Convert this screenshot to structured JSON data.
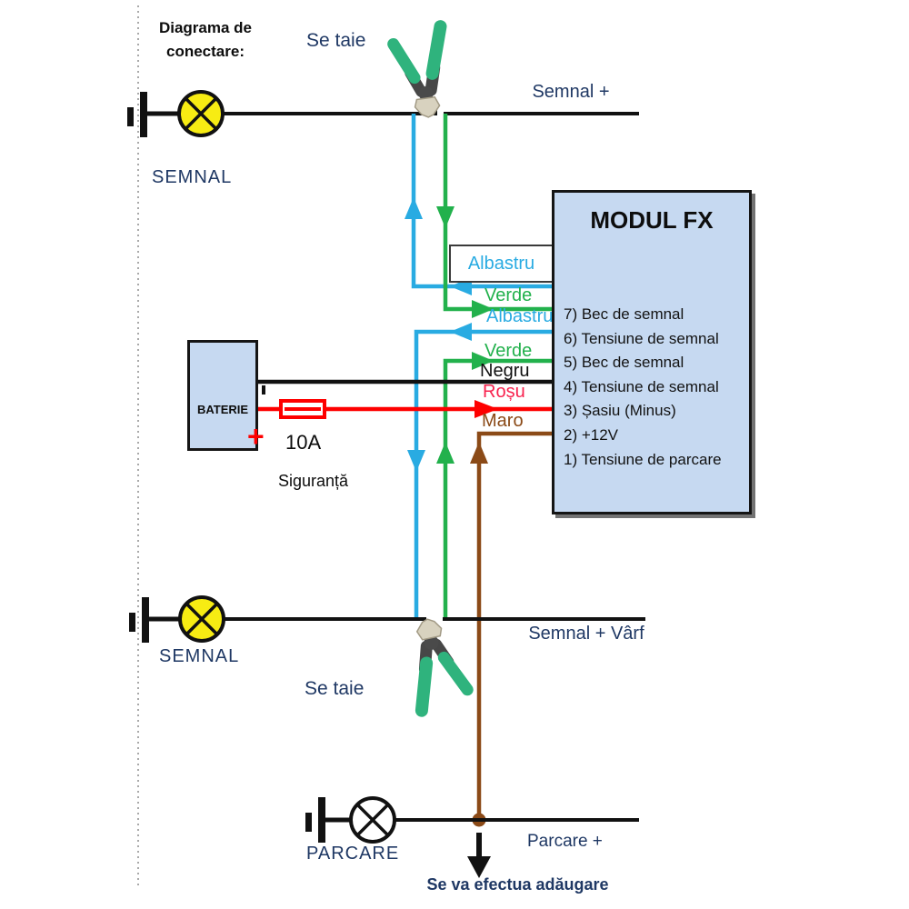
{
  "title": {
    "line1": "Diagrama de",
    "line2": "conectare:"
  },
  "labels": {
    "se_taie_top": "Se taie",
    "se_taie_bottom": "Se taie",
    "semnal_lamp_top": "SEMNAL",
    "semnal_lamp_bottom": "SEMNAL",
    "semnal_plus": "Semnal +",
    "semnal_plus_varf": "Semnal + Vârf",
    "parcare_lamp": "PARCARE",
    "parcare_plus": "Parcare +",
    "adaugare": "Se va efectua adăugare",
    "baterie": "BATERIE",
    "battery_plus": "+",
    "fuse_amps": "10A",
    "fuse_name": "Siguranță"
  },
  "wire_labels": {
    "albastru_boxed": "Albastru",
    "verde_1": "Verde",
    "albastru_2": "Albastru",
    "verde_2": "Verde",
    "negru": "Negru",
    "rosu": "Roșu",
    "maro": "Maro"
  },
  "module": {
    "title": "MODUL FX",
    "pins": [
      "7) Bec de semnal",
      "6) Tensiune de semnal",
      "5) Bec de semnal",
      "4) Tensiune de semnal",
      "3) Șasiu (Minus)",
      "2) +12V",
      "1) Tensiune de parcare"
    ]
  },
  "colors": {
    "wire_blue": "#29abe2",
    "wire_green": "#22b14c",
    "wire_red": "#fe0000",
    "wire_brown": "#8b4a17",
    "wire_black": "#111111",
    "label_blue": "#29abe2",
    "label_green": "#22b14c",
    "label_rosu": "#f8224e",
    "label_maro": "#8b4a17",
    "text_navy": "#1f3864",
    "lamp_yellow": "#f7ec13",
    "module_bg": "#c6d9f1",
    "pliers_green": "#2fb37d"
  }
}
